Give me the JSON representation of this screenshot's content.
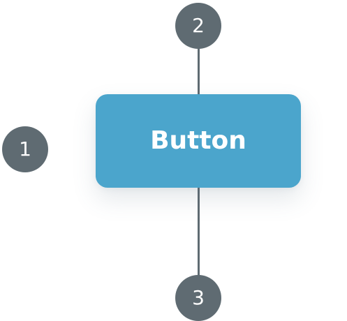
{
  "button": {
    "label": "Button"
  },
  "markers": [
    {
      "number": "1"
    },
    {
      "number": "2"
    },
    {
      "number": "3"
    }
  ],
  "colors": {
    "button_fill": "#4ba5cc",
    "marker_fill": "#5f6b72",
    "connector": "#5f6b72",
    "text": "#ffffff"
  }
}
